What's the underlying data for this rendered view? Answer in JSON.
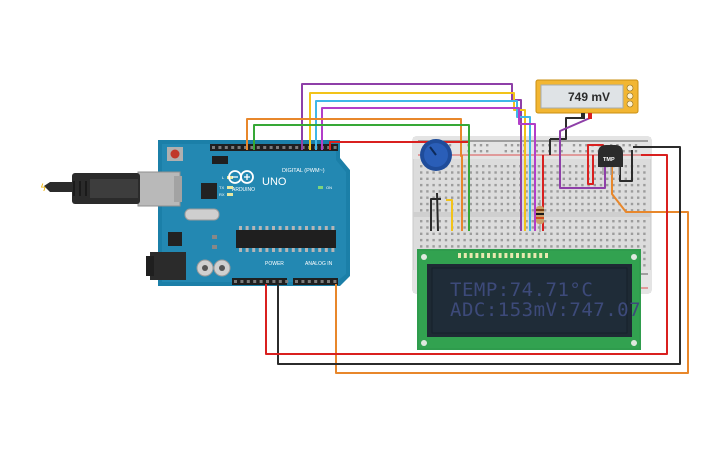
{
  "multimeter": {
    "reading": "749 mV"
  },
  "lcd": {
    "line1": "TEMP:74.71°C",
    "line2": "ADC:153mV:747.07"
  },
  "arduino": {
    "model": "UNO",
    "brand": "ARDUINO",
    "digital_header_label": "DIGITAL (PWM~)",
    "power_header_label": "POWER",
    "analog_header_label": "ANALOG IN",
    "on_label": "ON",
    "tx_label": "TX",
    "rx_label": "RX",
    "l_label": "L"
  },
  "sensor": {
    "label": "TMP"
  },
  "wire_colors": {
    "purple": "#8e3fa8",
    "yellow": "#f2c319",
    "cyan": "#3fb7e8",
    "magenta": "#b23ec9",
    "orange": "#e8872b",
    "green": "#36a836",
    "red": "#d9201f",
    "black": "#2b2b2b"
  }
}
